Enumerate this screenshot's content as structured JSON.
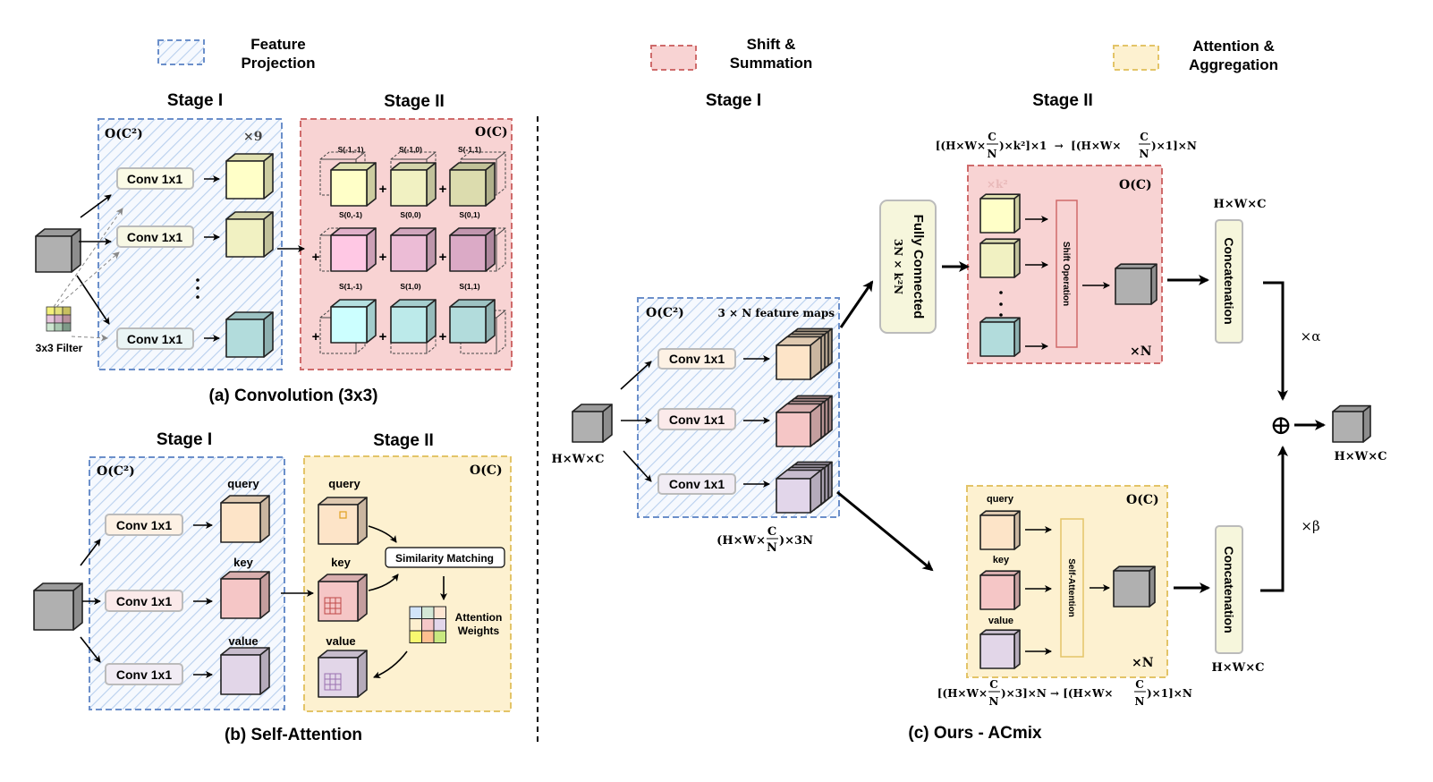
{
  "legend": {
    "feature_projection": [
      "Feature",
      "Projection"
    ],
    "shift_summation": [
      "Shift &",
      "Summation"
    ],
    "attention_aggregation": [
      "Attention  &",
      "Aggregation"
    ]
  },
  "colors": {
    "feature_projection_border": "#6b8fca",
    "feature_projection_hatch": "#b9d0ee",
    "shift_fill": "#f8d3d3",
    "shift_border": "#cf6b6b",
    "attention_fill": "#fdf1d0",
    "attention_border": "#e3c468",
    "input_cube": "#b0b0b0"
  },
  "panel_a": {
    "stage1": "Stage I",
    "stage2": "Stage II",
    "complexity_stage1": "O(C²)",
    "complexity_stage2": "O(C)",
    "repeat": "×9",
    "conv_labels": [
      "Conv 1x1",
      "Conv 1x1",
      "Conv 1x1"
    ],
    "filter_label": "3x3 Filter",
    "shift_labels": [
      "S(-1,-1)",
      "S(-1,0)",
      "S(-1,1)",
      "S(0,-1)",
      "S(0,0)",
      "S(0,1)",
      "S(1,-1)",
      "S(1,0)",
      "S(1,1)"
    ],
    "plus": "+",
    "caption": "(a) Convolution (3x3)"
  },
  "panel_b": {
    "stage1": "Stage I",
    "stage2": "Stage II",
    "complexity_stage1": "O(C²)",
    "complexity_stage2": "O(C)",
    "conv_labels": [
      "Conv 1x1",
      "Conv 1x1",
      "Conv 1x1"
    ],
    "qkv_labels": [
      "query",
      "key",
      "value"
    ],
    "similarity": "Similarity Matching",
    "attention_weights": [
      "Attention",
      "Weights"
    ],
    "caption": "(b) Self-Attention"
  },
  "panel_c": {
    "stage1": "Stage I",
    "stage2": "Stage II",
    "input_dims": "H×W×C",
    "complexity_stage1": "O(C²)",
    "feature_maps": "3 × N  feature maps",
    "conv_labels": [
      "Conv 1x1",
      "Conv 1x1",
      "Conv 1x1"
    ],
    "stage1_output": {
      "pre": "(H×W×",
      "num": "C",
      "den": "N",
      "post": ")×3N"
    },
    "fully_connected": "Fully Connected",
    "fc_dims": "3N × k²N",
    "top_formula": {
      "pre1": "[(H×W×",
      "num1": "C",
      "den1": "N",
      "post1": ")×k²]×1  →  [(H×W×",
      "num2": "C",
      "den2": "N",
      "post2": ")×1]×N"
    },
    "bottom_formula": {
      "pre1": "[(H×W×",
      "num1": "C",
      "den1": "N",
      "post1": ")×3]×N  →  [(H×W×",
      "num2": "C",
      "den2": "N",
      "post2": ")×1]×N"
    },
    "shift_repeat": "×k²",
    "complexity_shift": "O(C)",
    "shift_operation": "Shift Operation",
    "times_n_top": "×N",
    "concat_top": "Concatenation",
    "concat_top_dims": "H×W×C",
    "alpha": "×α",
    "beta": "×β",
    "sum_symbol": "⊕",
    "output_dims": "H×W×C",
    "complexity_attn": "O(C)",
    "qkv_labels": [
      "query",
      "key",
      "value"
    ],
    "self_attention": "Self-Attention",
    "times_n_bottom": "×N",
    "concat_bottom": "Concatenation",
    "concat_bottom_dims": "H×W×C",
    "caption": "(c) Ours - ACmix"
  }
}
